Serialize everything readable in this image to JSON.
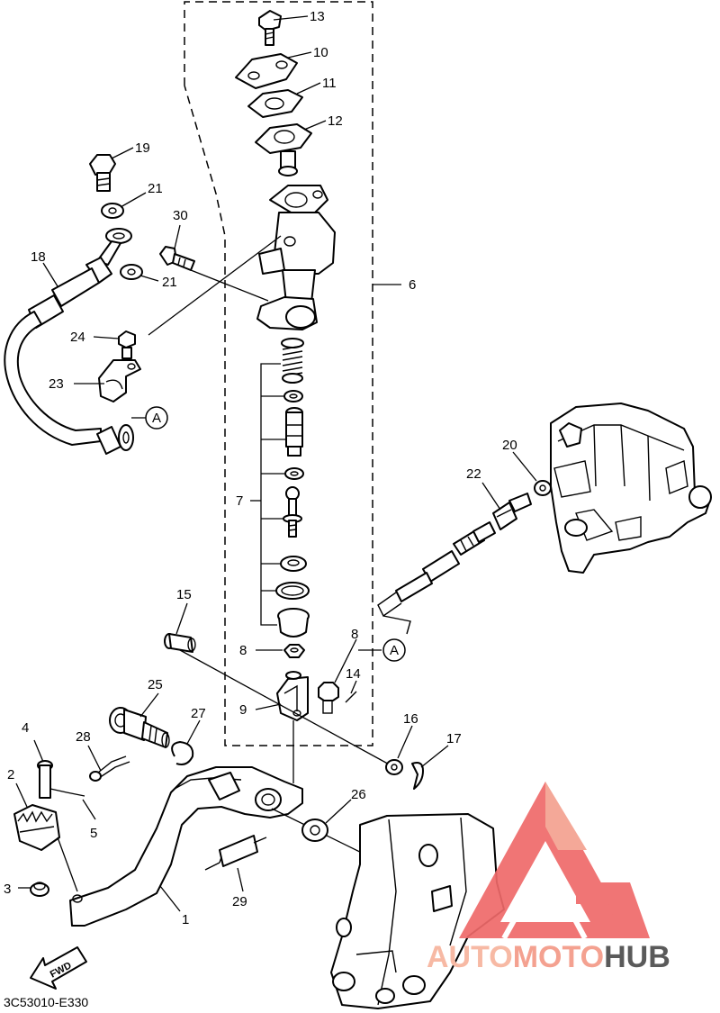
{
  "diagram_code": "3C53010-E330",
  "watermark": {
    "part1": "AUTO",
    "part2": "MOTO",
    "part3": "HUB",
    "color_light": "#f7b9a4",
    "color_mid": "#f4a190",
    "color_dark": "#5a5a5a",
    "logo_color": "#ef6a6a"
  },
  "labels": {
    "n1": "1",
    "n2": "2",
    "n3": "3",
    "n4": "4",
    "n5": "5",
    "n6": "6",
    "n7": "7",
    "n8a": "8",
    "n8b": "8",
    "n9": "9",
    "n10": "10",
    "n11": "11",
    "n12": "12",
    "n13": "13",
    "n14": "14",
    "n15": "15",
    "n16": "16",
    "n17": "17",
    "n18": "18",
    "n19": "19",
    "n20": "20",
    "n21a": "21",
    "n21b": "21",
    "n22": "22",
    "n23": "23",
    "n24": "24",
    "n25": "25",
    "n26": "26",
    "n27": "27",
    "n28": "28",
    "n29": "29",
    "n30": "30"
  },
  "callouts": {
    "a1": "A",
    "a2": "A"
  },
  "fwd": "FWD"
}
